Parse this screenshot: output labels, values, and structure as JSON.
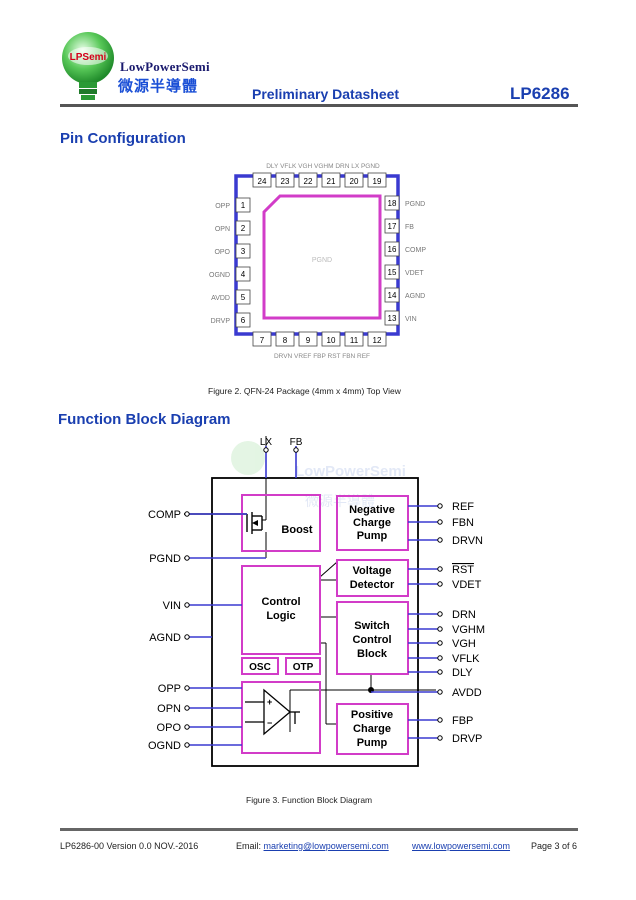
{
  "header": {
    "brand_en": "LowPowerSemi",
    "brand_cn": "微源半導體",
    "logo_text": "LPSemi",
    "doc_title": "Preliminary Datasheet",
    "part_number": "LP6286"
  },
  "pin_config": {
    "title": "Pin Configuration",
    "top_labels": "DLY VFLK VGH VGHM DRN LX PGND",
    "top_nums": [
      "24",
      "23",
      "22",
      "21",
      "20",
      "19"
    ],
    "left_labels": [
      "OPP",
      "OPN",
      "OPO",
      "OGND",
      "AVDD",
      "DRVP"
    ],
    "left_nums": [
      "1",
      "2",
      "3",
      "4",
      "5",
      "6"
    ],
    "right_labels": [
      "PGND",
      "FB",
      "COMP",
      "VDET",
      "AGND",
      "VIN"
    ],
    "right_nums": [
      "18",
      "17",
      "16",
      "15",
      "14",
      "13"
    ],
    "bottom_labels": "DRVN VREF FBP RST FBN REF",
    "bottom_nums": [
      "7",
      "8",
      "9",
      "10",
      "11",
      "12"
    ],
    "pad_label": "PGND",
    "caption": "Figure 2. QFN-24 Package (4mm x 4mm) Top View"
  },
  "block_diagram": {
    "title": "Function Block Diagram",
    "top_pins": [
      "LX",
      "FB"
    ],
    "left_pins": [
      "COMP",
      "PGND",
      "VIN",
      "AGND",
      "OPP",
      "OPN",
      "OPO",
      "OGND"
    ],
    "right_pins": [
      "REF",
      "FBN",
      "DRVN",
      "RST",
      "VDET",
      "DRN",
      "VGHM",
      "VGH",
      "VFLK",
      "DLY",
      "AVDD",
      "FBP",
      "DRVP"
    ],
    "blocks": {
      "boost": "Boost",
      "neg_pump": [
        "Negative",
        "Charge",
        "Pump"
      ],
      "volt_det": [
        "Voltage",
        "Detector"
      ],
      "control": [
        "Control",
        "Logic"
      ],
      "switch_ctrl": [
        "Switch",
        "Control",
        "Block"
      ],
      "osc": "OSC",
      "otp": "OTP",
      "pos_pump": [
        "Positive",
        "Charge",
        "Pump"
      ]
    },
    "watermark_en": "LowPowerSemi",
    "watermark_cn": "微源半導體",
    "caption": "Figure 3. Function Block Diagram"
  },
  "footer": {
    "version": "LP6286-00 Version 0.0 NOV.-2016",
    "email_label": "Email:",
    "email": "marketing@lowpowersemi.com",
    "website": "www.lowpowersemi.com",
    "page": "Page 3 of 6"
  },
  "colors": {
    "accent_blue": "#1a3fb0",
    "magenta": "#d23cc8",
    "logo_green": "#3cb43c"
  }
}
